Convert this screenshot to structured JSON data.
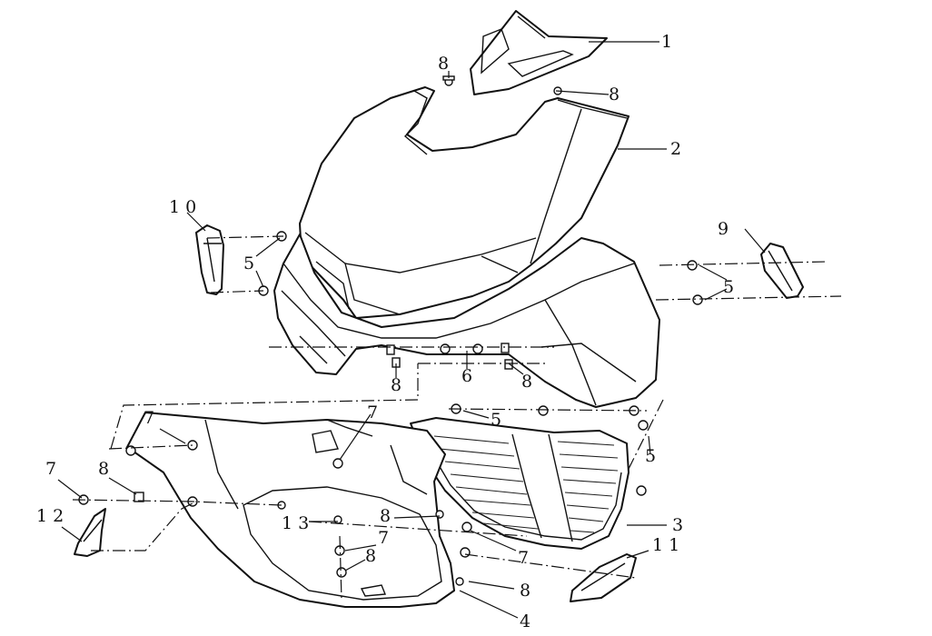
{
  "callouts": {
    "c1": "1",
    "c2": "2",
    "c3": "3",
    "c4": "4",
    "c5a": "5",
    "c5b": "5",
    "c5c": "5",
    "c5d": "5",
    "c6": "6",
    "c7a": "7",
    "c7b": "7",
    "c7c": "7",
    "c7d": "7",
    "c7e": "7",
    "c8a": "8",
    "c8b": "8",
    "c8c": "8",
    "c8d": "8",
    "c8e": "8",
    "c8f": "8",
    "c8g": "8",
    "c8h": "8",
    "c9": "9",
    "c10": "1 0",
    "c11": "1 1",
    "c12": "1 2",
    "c13": "1 3"
  }
}
